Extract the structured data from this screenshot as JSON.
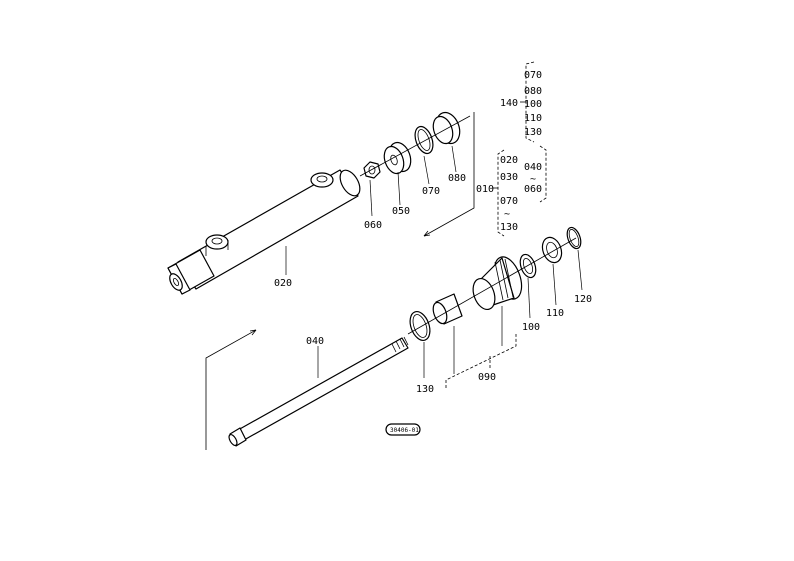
{
  "diagram": {
    "figure_code": "30406-01",
    "callouts": {
      "p010": "010",
      "p020": "020",
      "p040": "040",
      "p050": "050",
      "p060": "060",
      "p070": "070",
      "p080": "080",
      "p090": "090",
      "p100": "100",
      "p110": "110",
      "p120": "120",
      "p130": "130",
      "p140": "140"
    },
    "kit_140": {
      "label": "140",
      "items": [
        "070",
        "080",
        "100",
        "110",
        "130"
      ]
    },
    "kit_010": {
      "label": "010",
      "items": [
        "020",
        "030",
        "070",
        "130"
      ],
      "range_from": "040",
      "range_sep": "~",
      "range_to": "060"
    }
  }
}
